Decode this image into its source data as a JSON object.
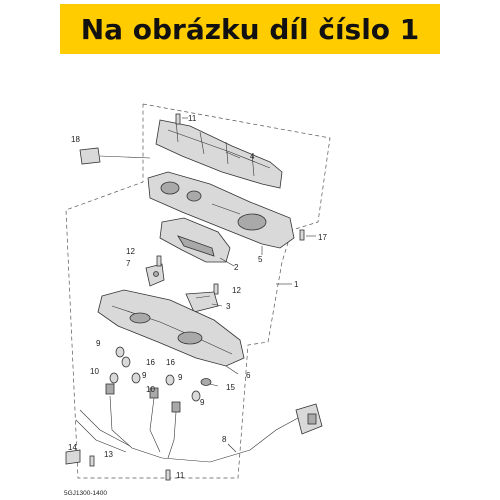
{
  "banner": {
    "title": "Na obrázku díl číslo 1"
  },
  "diagram": {
    "code": "5GJ1300-1400",
    "callouts": {
      "c1": "1",
      "c2": "2",
      "c3": "3",
      "c4": "4",
      "c5": "5",
      "c6": "6",
      "c7": "7",
      "c8": "8",
      "c9a": "9",
      "c9b": "9",
      "c9c": "9",
      "c9d": "9",
      "c10a": "10",
      "c10b": "10",
      "c11a": "11",
      "c11b": "11",
      "c12a": "12",
      "c12b": "12",
      "c13": "13",
      "c14": "14",
      "c15": "15",
      "c16a": "16",
      "c16b": "16",
      "c17": "17",
      "c18": "18"
    }
  }
}
